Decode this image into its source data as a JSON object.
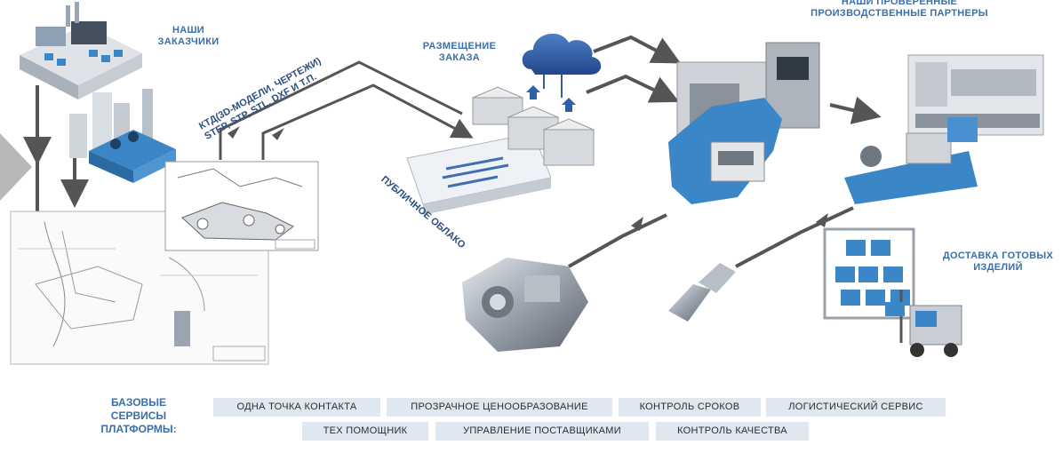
{
  "labels": {
    "customers": "НАШИ\nЗАКАЗЧИКИ",
    "cad": "КТД(3D-МОДЕЛИ, ЧЕРТЕЖИ)\nSTEP, STP, STL, DXF И Т.П.",
    "order": "РАЗМЕЩЕНИЕ\nЗАКАЗА",
    "cloud": "ПУБЛИЧНОЕ ОБЛАКО",
    "partners": "НАШИ ПРОВЕРЕННЫЕ\nПРОИЗВОДСТВЕННЫЕ ПАРТНЕРЫ",
    "delivery": "ДОСТАВКА ГОТОВЫХ\nИЗДЕЛИЙ"
  },
  "services": {
    "title": "БАЗОВЫЕ\nСЕРВИСЫ\nПЛАТФОРМЫ:",
    "row1": [
      "ОДНА ТОЧКА КОНТАКТА",
      "ПРОЗРАЧНОЕ ЦЕНООБРАЗОВАНИЕ",
      "КОНТРОЛЬ СРОКОВ",
      "ЛОГИСТИЧЕСКИЙ СЕРВИС"
    ],
    "row2": [
      "ТЕХ ПОМОЩНИК",
      "УПРАВЛЕНИЕ ПОСТАВЩИКАМИ",
      "КОНТРОЛЬ КАЧЕСТВА"
    ]
  },
  "colors": {
    "label": "#3a6fa7",
    "arrow": "#555555",
    "chip": "#dfe7f1",
    "machine_blue": "#3b86c6",
    "cloud_blue": "#2f5fa6"
  }
}
